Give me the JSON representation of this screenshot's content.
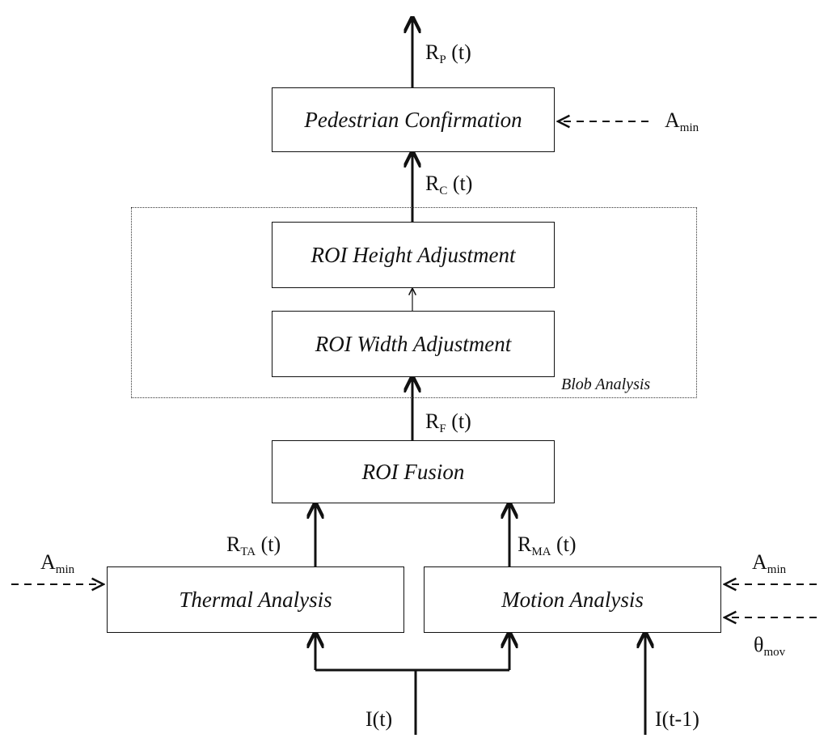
{
  "blocks": {
    "pedestrian_confirmation": "Pedestrian Confirmation",
    "roi_height_adjustment": "ROI Height Adjustment",
    "roi_width_adjustment": "ROI Width Adjustment",
    "roi_fusion": "ROI Fusion",
    "thermal_analysis": "Thermal Analysis",
    "motion_analysis": "Motion Analysis"
  },
  "group": {
    "label": "Blob Analysis"
  },
  "signals": {
    "rp": {
      "main": "R",
      "sub": "P",
      "tail": " (t)"
    },
    "rc": {
      "main": "R",
      "sub": "C",
      "tail": " (t)"
    },
    "rf": {
      "main": "R",
      "sub": "F",
      "tail": " (t)"
    },
    "rta": {
      "main": "R",
      "sub": "TA",
      "tail": " (t)"
    },
    "rma": {
      "main": "R",
      "sub": "MA",
      "tail": " (t)"
    },
    "it": "I(t)",
    "it1": "I(t-1)"
  },
  "params": {
    "amin_top": {
      "main": "A",
      "sub": "min"
    },
    "amin_left": {
      "main": "A",
      "sub": "min"
    },
    "amin_right": {
      "main": "A",
      "sub": "min"
    },
    "theta_mov": {
      "main": "θ",
      "sub": "mov"
    }
  }
}
